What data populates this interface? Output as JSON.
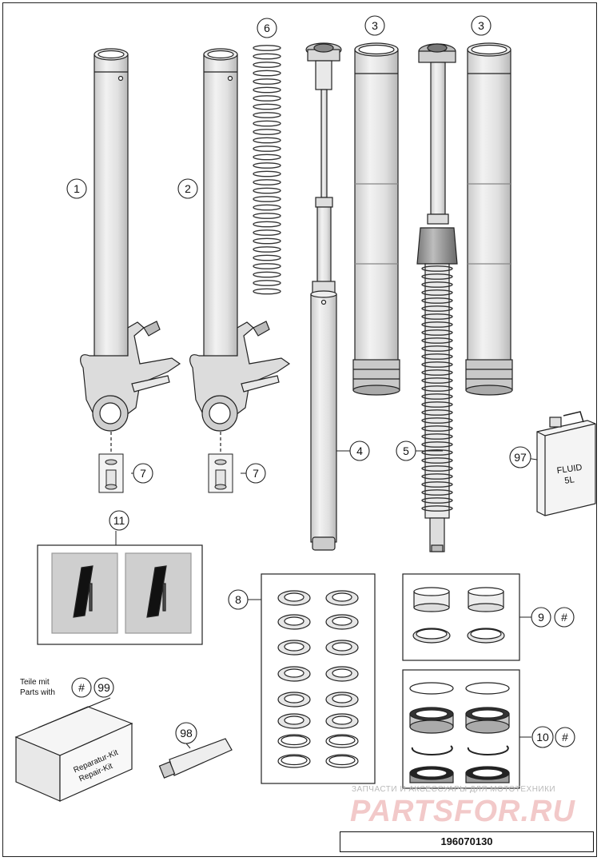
{
  "callouts": {
    "c1": "1",
    "c2": "2",
    "c3a": "3",
    "c3b": "3",
    "c4": "4",
    "c5": "5",
    "c6": "6",
    "c7a": "7",
    "c7b": "7",
    "c8": "8",
    "c9": "9",
    "c10": "10",
    "c11": "11",
    "c97": "97",
    "c98": "98",
    "c99": "99",
    "hash9": "#",
    "hash10": "#",
    "hash99": "#"
  },
  "legend": {
    "line1": "Teile mit",
    "line2": "Parts with"
  },
  "fluid_can": {
    "line1": "FLUID",
    "line2": "5L"
  },
  "repair_box": {
    "line1": "Reparatur-Kit",
    "line2": "Repair-Kit"
  },
  "watermark": {
    "line1": "ЗАПЧАСТИ И АКСЕССУАРЫ ДЛЯ МОТОТЕХНИКИ",
    "line2": "PARTSFOR.RU"
  },
  "drawing_number": "196070130"
}
